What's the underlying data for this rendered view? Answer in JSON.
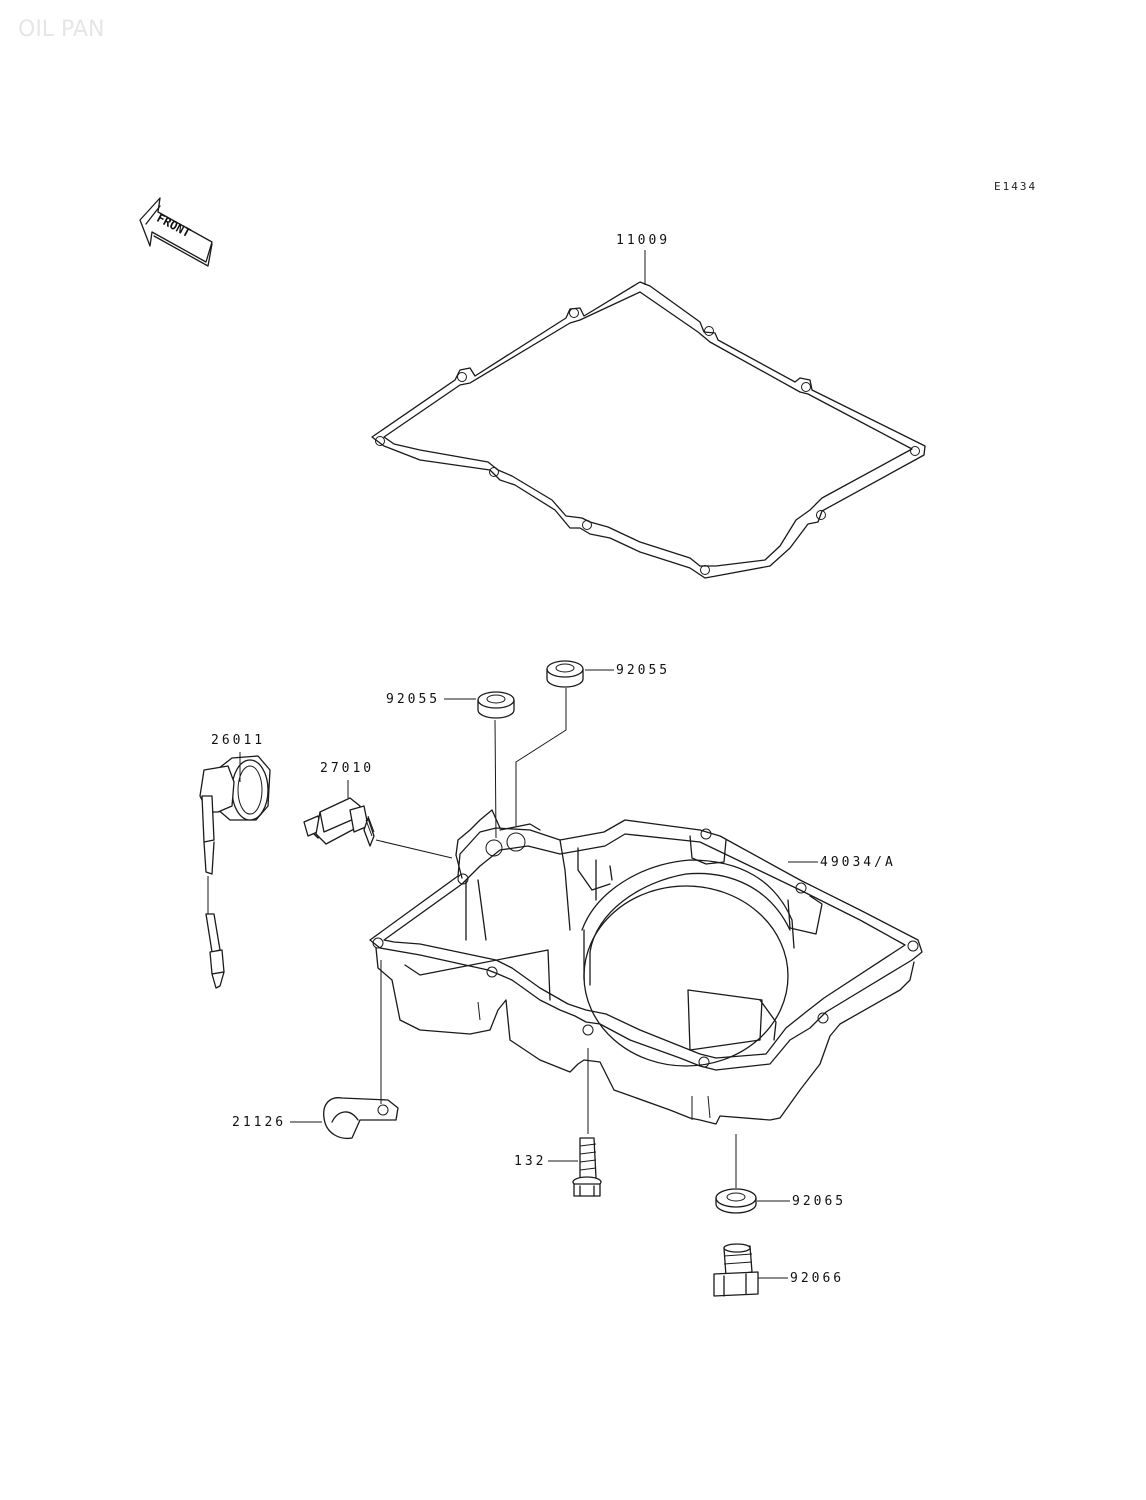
{
  "title": "OIL PAN",
  "diagram_code": "E1434",
  "front_label": "FRONT",
  "parts": {
    "gasket": "11009",
    "oil_pan": "49034/A",
    "oil_pressure_switch": "27010",
    "switch_cap": "26011",
    "oring_left": "92055",
    "oring_right": "92055",
    "clamp": "21126",
    "bolt": "132",
    "washer": "92065",
    "drain_plug": "92066"
  }
}
